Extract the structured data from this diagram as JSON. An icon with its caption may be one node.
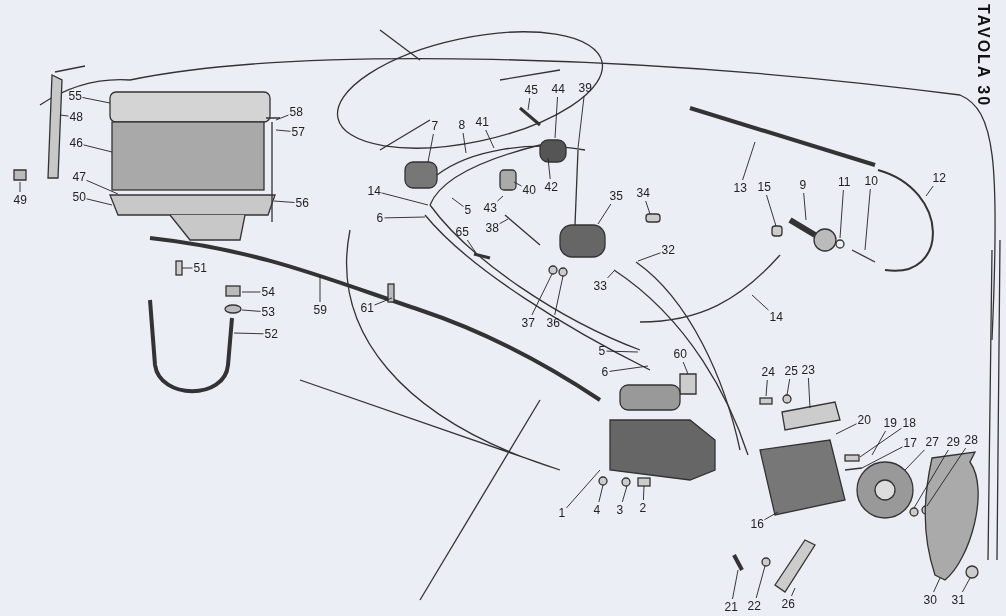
{
  "diagram": {
    "title": "TAVOLA 30",
    "nodes": [
      {
        "text": [
          "55"
        ]
      },
      {
        "text": [
          "48"
        ]
      },
      {
        "text": [
          "46"
        ]
      },
      {
        "text": [
          "47"
        ]
      },
      {
        "text": [
          "50"
        ]
      },
      {
        "text": [
          "49"
        ]
      },
      {
        "text": [
          "58"
        ]
      },
      {
        "text": [
          "57"
        ]
      },
      {
        "text": [
          "56"
        ]
      },
      {
        "text": [
          "51"
        ]
      },
      {
        "text": [
          "54"
        ]
      },
      {
        "text": [
          "53"
        ]
      },
      {
        "text": [
          "52"
        ]
      },
      {
        "text": [
          "59"
        ]
      },
      {
        "text": [
          "61"
        ]
      },
      {
        "text": [
          "7"
        ]
      },
      {
        "text": [
          "8"
        ]
      },
      {
        "text": [
          "41"
        ]
      },
      {
        "text": [
          "45"
        ]
      },
      {
        "text": [
          "44"
        ]
      },
      {
        "text": [
          "39"
        ]
      },
      {
        "text": [
          "14"
        ]
      },
      {
        "text": [
          "6"
        ]
      },
      {
        "text": [
          "5"
        ]
      },
      {
        "text": [
          "43"
        ]
      },
      {
        "text": [
          "40"
        ]
      },
      {
        "text": [
          "42"
        ]
      },
      {
        "text": [
          "38"
        ]
      },
      {
        "text": [
          "65"
        ]
      },
      {
        "text": [
          "35"
        ]
      },
      {
        "text": [
          "34"
        ]
      },
      {
        "text": [
          "32"
        ]
      },
      {
        "text": [
          "33"
        ]
      },
      {
        "text": [
          "37"
        ]
      },
      {
        "text": [
          "36"
        ]
      },
      {
        "text": [
          "13"
        ]
      },
      {
        "text": [
          "15"
        ]
      },
      {
        "text": [
          "9"
        ]
      },
      {
        "text": [
          "11"
        ]
      },
      {
        "text": [
          "10"
        ]
      },
      {
        "text": [
          "12"
        ]
      },
      {
        "text": [
          "14"
        ]
      },
      {
        "text": [
          "5"
        ]
      },
      {
        "text": [
          "6"
        ]
      },
      {
        "text": [
          "60"
        ]
      },
      {
        "text": [
          "24"
        ]
      },
      {
        "text": [
          "25"
        ]
      },
      {
        "text": [
          "23"
        ]
      },
      {
        "text": [
          "20"
        ]
      },
      {
        "text": [
          "19"
        ]
      },
      {
        "text": [
          "18"
        ]
      },
      {
        "text": [
          "17"
        ]
      },
      {
        "text": [
          "27"
        ]
      },
      {
        "text": [
          "29"
        ]
      },
      {
        "text": [
          "28"
        ]
      },
      {
        "text": [
          "1"
        ]
      },
      {
        "text": [
          "4"
        ]
      },
      {
        "text": [
          "3"
        ]
      },
      {
        "text": [
          "2"
        ]
      },
      {
        "text": [
          "16"
        ]
      },
      {
        "text": [
          "21"
        ]
      },
      {
        "text": [
          "22"
        ]
      },
      {
        "text": [
          "26"
        ]
      },
      {
        "text": [
          "30"
        ]
      },
      {
        "text": [
          "31"
        ]
      }
    ],
    "edges": [
      {
        "from": 0,
        "to": null,
        "arrow": "none"
      },
      {
        "from": 1,
        "to": null,
        "arrow": "none"
      },
      {
        "from": 2,
        "to": null,
        "arrow": "none"
      },
      {
        "from": 3,
        "to": null,
        "arrow": "none"
      },
      {
        "from": 4,
        "to": null,
        "arrow": "none"
      },
      {
        "from": 5,
        "to": null,
        "arrow": "none"
      },
      {
        "from": 6,
        "to": null,
        "arrow": "none"
      },
      {
        "from": 7,
        "to": null,
        "arrow": "none"
      },
      {
        "from": 8,
        "to": null,
        "arrow": "none"
      },
      {
        "from": 9,
        "to": null,
        "arrow": "none"
      },
      {
        "from": 10,
        "to": null,
        "arrow": "none"
      },
      {
        "from": 11,
        "to": null,
        "arrow": "none"
      },
      {
        "from": 12,
        "to": null,
        "arrow": "none"
      },
      {
        "from": 13,
        "to": null,
        "arrow": "none"
      },
      {
        "from": 14,
        "to": null,
        "arrow": "none"
      },
      {
        "from": 15,
        "to": null,
        "arrow": "none"
      },
      {
        "from": 16,
        "to": null,
        "arrow": "none"
      },
      {
        "from": 17,
        "to": null,
        "arrow": "none"
      },
      {
        "from": 18,
        "to": null,
        "arrow": "none"
      },
      {
        "from": 19,
        "to": null,
        "arrow": "none"
      },
      {
        "from": 20,
        "to": null,
        "arrow": "none"
      },
      {
        "from": 21,
        "to": null,
        "arrow": "none"
      },
      {
        "from": 22,
        "to": null,
        "arrow": "none"
      },
      {
        "from": 23,
        "to": null,
        "arrow": "none"
      },
      {
        "from": 24,
        "to": null,
        "arrow": "none"
      },
      {
        "from": 25,
        "to": null,
        "arrow": "none"
      },
      {
        "from": 26,
        "to": null,
        "arrow": "none"
      },
      {
        "from": 27,
        "to": null,
        "arrow": "none"
      },
      {
        "from": 28,
        "to": null,
        "arrow": "none"
      },
      {
        "from": 29,
        "to": null,
        "arrow": "none"
      },
      {
        "from": 30,
        "to": null,
        "arrow": "none"
      },
      {
        "from": 31,
        "to": null,
        "arrow": "none"
      },
      {
        "from": 32,
        "to": null,
        "arrow": "none"
      },
      {
        "from": 33,
        "to": null,
        "arrow": "none"
      },
      {
        "from": 34,
        "to": null,
        "arrow": "none"
      },
      {
        "from": 35,
        "to": null,
        "arrow": "none"
      },
      {
        "from": 36,
        "to": null,
        "arrow": "none"
      },
      {
        "from": 37,
        "to": null,
        "arrow": "none"
      },
      {
        "from": 38,
        "to": null,
        "arrow": "none"
      },
      {
        "from": 39,
        "to": null,
        "arrow": "none"
      },
      {
        "from": 40,
        "to": null,
        "arrow": "none"
      },
      {
        "from": 41,
        "to": null,
        "arrow": "none"
      },
      {
        "from": 42,
        "to": null,
        "arrow": "none"
      },
      {
        "from": 43,
        "to": null,
        "arrow": "none"
      },
      {
        "from": 44,
        "to": null,
        "arrow": "none"
      },
      {
        "from": 45,
        "to": null,
        "arrow": "none"
      },
      {
        "from": 46,
        "to": null,
        "arrow": "none"
      },
      {
        "from": 47,
        "to": null,
        "arrow": "none"
      },
      {
        "from": 48,
        "to": null,
        "arrow": "none"
      },
      {
        "from": 49,
        "to": null,
        "arrow": "none"
      },
      {
        "from": 50,
        "to": null,
        "arrow": "none"
      },
      {
        "from": 51,
        "to": null,
        "arrow": "none"
      },
      {
        "from": 52,
        "to": null,
        "arrow": "none"
      },
      {
        "from": 53,
        "to": null,
        "arrow": "none"
      },
      {
        "from": 54,
        "to": null,
        "arrow": "none"
      },
      {
        "from": 55,
        "to": null,
        "arrow": "none"
      },
      {
        "from": 56,
        "to": null,
        "arrow": "none"
      },
      {
        "from": 57,
        "to": null,
        "arrow": "none"
      },
      {
        "from": 58,
        "to": null,
        "arrow": "none"
      },
      {
        "from": 59,
        "to": null,
        "arrow": "none"
      },
      {
        "from": 60,
        "to": null,
        "arrow": "none"
      },
      {
        "from": 61,
        "to": null,
        "arrow": "none"
      },
      {
        "from": 62,
        "to": null,
        "arrow": "none"
      },
      {
        "from": 63,
        "to": null,
        "arrow": "none"
      },
      {
        "from": 64,
        "to": null,
        "arrow": "none"
      }
    ]
  }
}
